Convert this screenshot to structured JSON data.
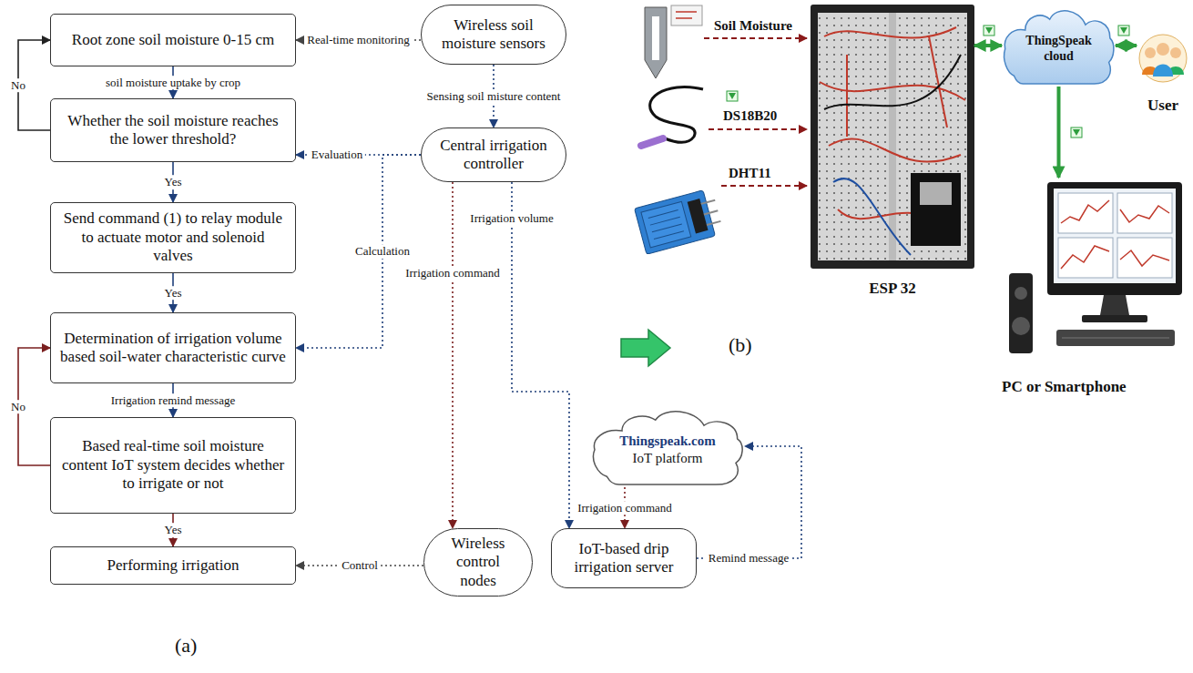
{
  "diagram": {
    "nodes": [
      {
        "text": [
          "Root zone soil moisture 0-15 cm"
        ]
      },
      {
        "text": [
          "Whether the soil moisture reaches the lower threshold?"
        ]
      },
      {
        "text": [
          "Send command (1) to relay module to actuate motor and solenoid valves"
        ]
      },
      {
        "text": [
          "Determination of irrigation volume based soil-water characteristic curve"
        ]
      },
      {
        "text": [
          "Based real-time soil moisture content IoT system decides whether to irrigate or not"
        ]
      },
      {
        "text": [
          "Performing irrigation"
        ]
      },
      {
        "text": [
          "Wireless soil moisture sensors"
        ]
      },
      {
        "text": [
          "Central irrigation controller"
        ]
      },
      {
        "text": [
          "Wireless control nodes"
        ]
      },
      {
        "text": [
          "IoT-based drip irrigation server"
        ]
      },
      {
        "text": [
          "Thingspeak.com",
          "IoT platform"
        ]
      },
      {
        "text": [
          "ESP 32"
        ]
      },
      {
        "text": [
          "ThingSpeak cloud"
        ]
      },
      {
        "text": [
          "User"
        ]
      },
      {
        "text": [
          "PC or Smartphone"
        ]
      }
    ],
    "edges": [
      {
        "from": 0,
        "to": 1,
        "arrow": "to",
        "label": "soil moisture uptake by crop"
      },
      {
        "from": 1,
        "to": 0,
        "arrow": "to",
        "label": "No"
      },
      {
        "from": 1,
        "to": 2,
        "arrow": "to",
        "label": "Yes"
      },
      {
        "from": 2,
        "to": 3,
        "arrow": "to",
        "label": "Yes"
      },
      {
        "from": 3,
        "to": 4,
        "arrow": "to",
        "label": "Irrigation remind message"
      },
      {
        "from": 4,
        "to": 3,
        "arrow": "to",
        "label": "No"
      },
      {
        "from": 4,
        "to": 5,
        "arrow": "to",
        "label": "Yes"
      },
      {
        "from": 6,
        "to": 0,
        "arrow": "to",
        "label": "Real-time monitoring"
      },
      {
        "from": 6,
        "to": 7,
        "arrow": "to",
        "label": "Sensing soil misture content"
      },
      {
        "from": 7,
        "to": 1,
        "arrow": "to",
        "label": "Evaluation"
      },
      {
        "from": 7,
        "to": 3,
        "arrow": "to",
        "label": "Calculation"
      },
      {
        "from": 7,
        "to": 8,
        "arrow": "to",
        "label": "Irrigation command"
      },
      {
        "from": 7,
        "to": 9,
        "arrow": "to",
        "label": "Irrigation volume"
      },
      {
        "from": 8,
        "to": 5,
        "arrow": "to",
        "label": "Control"
      },
      {
        "from": 10,
        "to": 9,
        "arrow": "to",
        "label": "Irrigation command"
      },
      {
        "from": 9,
        "to": 10,
        "arrow": "to",
        "label": "Remind message"
      },
      {
        "from": 11,
        "to": 12,
        "arrow": "both"
      },
      {
        "from": 12,
        "to": 13,
        "arrow": "both"
      },
      {
        "from": 12,
        "to": 14,
        "arrow": "to"
      }
    ],
    "labels": [
      "Soil Moisture",
      "DS18B20",
      "DHT11",
      "(a)",
      "(b)"
    ]
  }
}
